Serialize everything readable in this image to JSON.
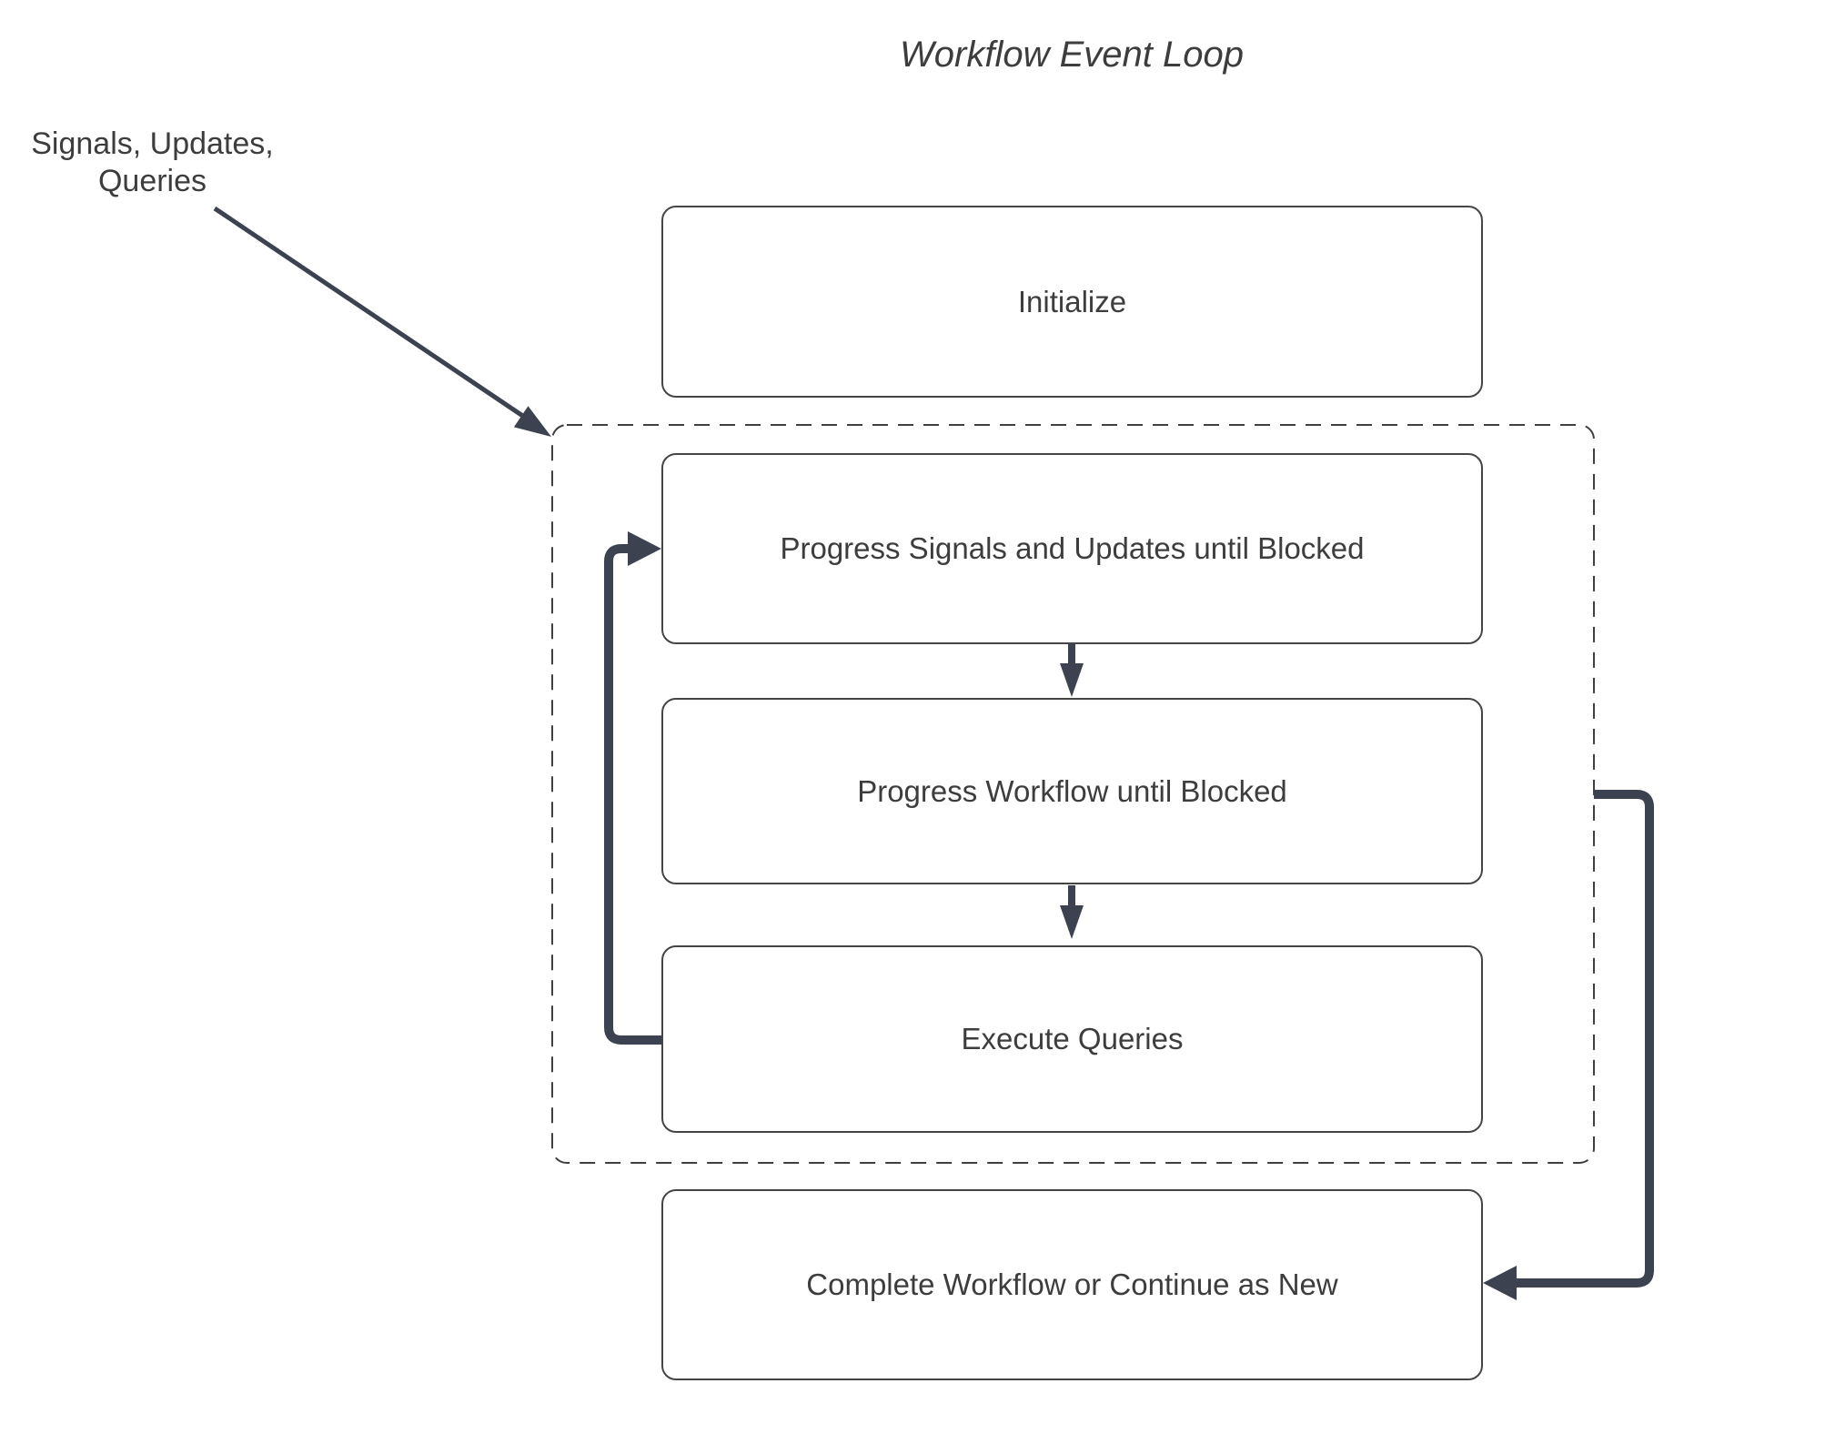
{
  "title": "Workflow Event Loop",
  "annotation": {
    "line1": "Signals, Updates,",
    "line2": "Queries"
  },
  "nodes": {
    "initialize": {
      "label": "Initialize"
    },
    "progress_signals": {
      "label": "Progress Signals and Updates until Blocked"
    },
    "progress_workflow": {
      "label": "Progress Workflow until Blocked"
    },
    "execute_queries": {
      "label": "Execute Queries"
    },
    "complete": {
      "label": "Complete Workflow or Continue as New"
    }
  },
  "groups": {
    "event_loop": {
      "style": "dashed-rounded-rect",
      "contains": [
        "progress_signals",
        "progress_workflow",
        "execute_queries"
      ]
    }
  },
  "edges": [
    {
      "from": "signals-updates-queries-label",
      "to": "event-loop-group",
      "type": "straight-arrow-diagonal"
    },
    {
      "from": "progress_signals",
      "to": "progress_workflow",
      "type": "down-arrow"
    },
    {
      "from": "progress_workflow",
      "to": "execute_queries",
      "type": "down-arrow"
    },
    {
      "from": "execute_queries",
      "to": "progress_signals",
      "type": "thick-elbow-arrow-left-side"
    },
    {
      "from": "event-loop-group",
      "to": "complete",
      "type": "thick-elbow-arrow-right-side"
    }
  ],
  "colors": {
    "connector": "#3c4250",
    "box_border": "#454545",
    "dashed_border": "#3f3f3f",
    "text": "#3d3d3d",
    "background": "#ffffff"
  }
}
